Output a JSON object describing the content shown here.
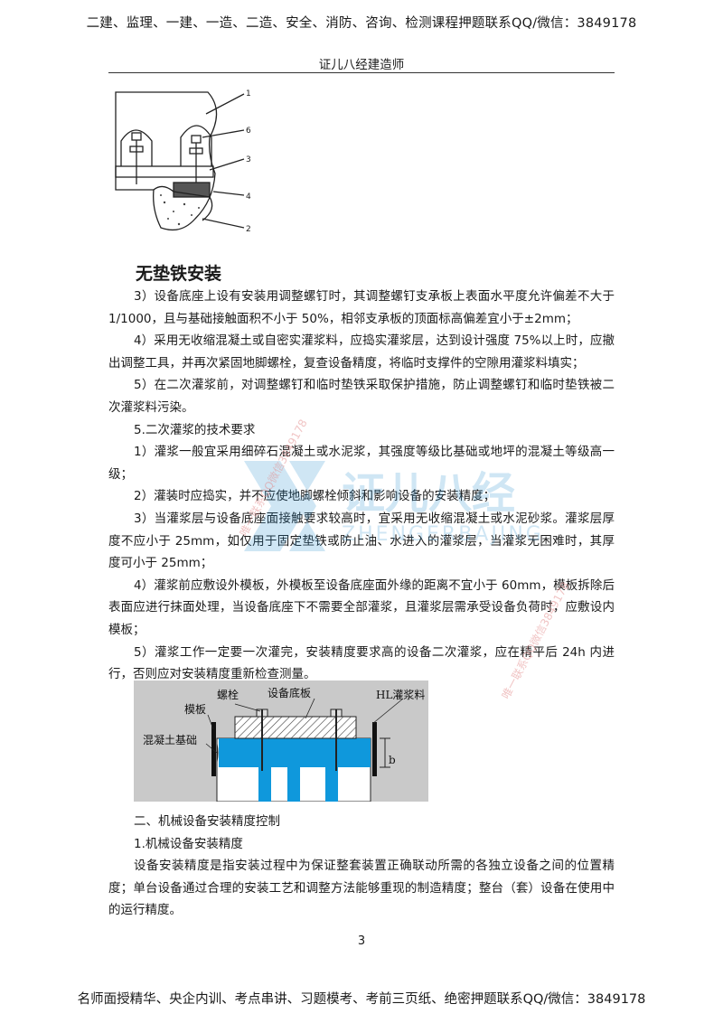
{
  "header": {
    "banner": "二建、监理、一建、一造、二造、安全、消防、咨询、检测课程押题联系QQ/微信：3849178",
    "subtitle": "证儿八经建造师"
  },
  "figure1": {
    "callouts": [
      "1",
      "6",
      "3",
      "4",
      "2"
    ]
  },
  "section": {
    "title": "无垫铁安装"
  },
  "paragraphs": [
    "3）设备底座上设有安装用调整螺钉时，其调整螺钉支承板上表面水平度允许偏差不大于 1/1000，且与基础接触面积不小于 50%，相邻支承板的顶面标高偏差宜小于±2mm；",
    "4）采用无收缩混凝土或自密实灌浆料，应捣实灌浆层，达到设计强度 75%以上时，应撤出调整工具，并再次紧固地脚螺栓，复查设备精度，将临时支撑件的空隙用灌浆料填实；",
    "5）在二次灌浆前，对调整螺钉和临时垫铁采取保护措施，防止调整螺钉和临时垫铁被二次灌浆料污染。",
    "5.二次灌浆的技术要求",
    "1）灌浆一般宜采用细碎石混凝土或水泥浆，其强度等级比基础或地坪的混凝土等级高一级；",
    "2）灌装时应捣实，并不应使地脚螺栓倾斜和影响设备的安装精度；",
    "3）当灌浆层与设备底座面接触要求较高时，宜采用无收缩混凝土或水泥砂浆。灌浆层厚度不应小于 25mm，如仅用于固定垫铁或防止油、水进入的灌浆层，当灌浆无困难时，其厚度可小于 25mm；",
    "4）灌浆前应敷设外模板，外模板至设备底座面外缘的距离不宜小于 60mm，模板拆除后表面应进行抹面处理，当设备底座下不需要全部灌浆，且灌浆层需承受设备负荷时，应敷设内模板；",
    "5）灌浆工作一定要一次灌完，安装精度要求高的设备二次灌浆，应在精平后 24h 内进行，否则应对安装精度重新检查测量。"
  ],
  "figure2": {
    "label_bolt": "螺栓",
    "label_base": "设备底板",
    "label_grout": "HL灌浆料",
    "label_form": "模板",
    "label_foundation": "混凝土基础",
    "label_b": "b"
  },
  "paragraphs2": [
    "二、机械设备安装精度控制",
    "1.机械设备安装精度",
    "设备安装精度是指安装过程中为保证整套装置正确联动所需的各独立设备之间的位置精度；单台设备通过合理的安装工艺和调整方法能够重现的制造精度；整台（套）设备在使用中的运行精度。"
  ],
  "watermark": {
    "logo_text": "证儿八经",
    "logo_latin": "ZHENGERBAJING",
    "diag1": "唯一联系QQ微信3849178",
    "diag2": "唯一联系QQ微信3849178"
  },
  "page_number": "3",
  "footer": {
    "banner": "名师面授精华、央企内训、考点串讲、习题模考、考前三页纸、绝密押题联系QQ/微信：3849178"
  },
  "colors": {
    "grout_blue": "#0f98dc",
    "figure_bg": "#c9c9c9",
    "watermark_blue": "#2b8fd0"
  }
}
